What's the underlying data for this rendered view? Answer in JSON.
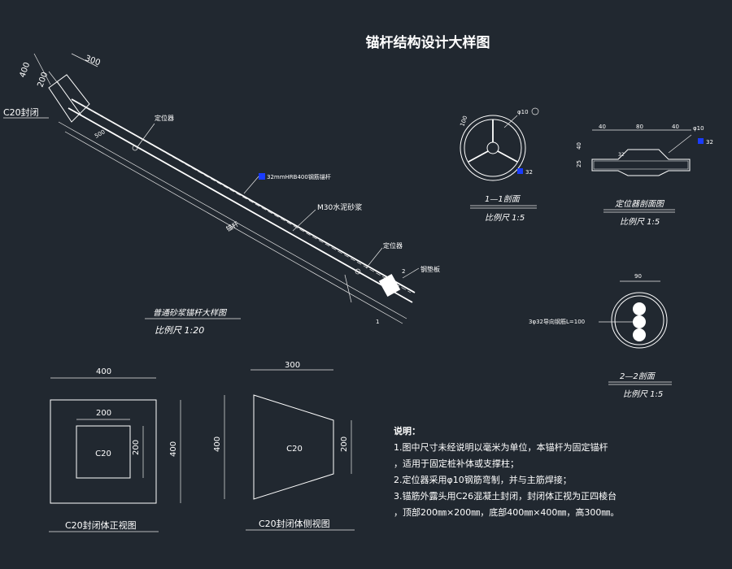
{
  "title": "锚杆结构设计大样图",
  "main_view": {
    "c20_seal": "C20封闭",
    "dim_400": "400",
    "dim_200": "200",
    "dim_300": "300",
    "locator_top": "定位器",
    "rebar_label": "32mmHRB400钢筋锚杆",
    "grout_label": "M30水泥砂浆",
    "anchor_label": "锚杆",
    "dim_small": "500",
    "locator_bottom": "定位器",
    "steel_pad": "钢垫板",
    "mark_2": "2",
    "mark_1": "1",
    "caption": "普通砂浆锚杆大样图",
    "scale": "比例尺 1:20"
  },
  "section_11": {
    "phi10": "φ10",
    "phi32": "32",
    "dim_left": "100",
    "caption": "1—1剖面",
    "scale": "比例尺 1:5"
  },
  "locator_section": {
    "d1": "40",
    "d2": "80",
    "d3": "40",
    "phi10": "φ10",
    "phi32": "32",
    "h1": "40",
    "h2": "25",
    "inner": "32",
    "caption": "定位器剖面图",
    "scale": "比例尺 1:5"
  },
  "section_22": {
    "dim_top": "90",
    "bundle_label": "3φ32导向钢筋L=100",
    "caption": "2—2剖面",
    "scale": "比例尺 1:5"
  },
  "front_view": {
    "outer_w": "400",
    "inner_w": "200",
    "inner_h": "200",
    "outer_h": "400",
    "center": "C20",
    "caption": "C20封闭体正视图"
  },
  "side_view": {
    "top": "300",
    "left": "400",
    "right": "200",
    "center": "C20",
    "caption": "C20封闭体侧视图"
  },
  "notes": {
    "heading": "说明：",
    "lines": [
      "1.图中尺寸未经说明以毫米为单位，本锚杆为固定锚杆",
      "，适用于固定桩补体或支撑柱；",
      "2.定位器采用φ10钢筋弯制，并与主筋焊接；",
      "3.锚筋外露头用C26混凝土封闭，封闭体正视为正四棱台",
      "，顶部200㎜×200㎜，底部400㎜×400㎜，高300㎜。"
    ]
  },
  "colors": {
    "background": "#212830",
    "line": "#ffffff",
    "marker": "#1a3cff"
  }
}
